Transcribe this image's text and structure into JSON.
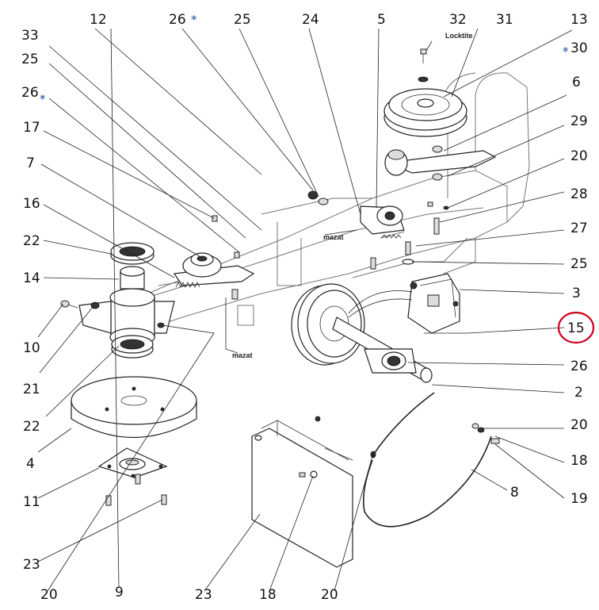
{
  "callouts": {
    "c12": "12",
    "c26_top": "26",
    "c25_top": "25",
    "c24": "24",
    "c5": "5",
    "c32": "32",
    "c31": "31",
    "c13": "13",
    "c33": "33",
    "c30": "30",
    "c25_left": "25",
    "c26_left": "26",
    "c6": "6",
    "c17": "17",
    "c29": "29",
    "c7": "7",
    "c20_r1": "20",
    "c16": "16",
    "c28": "28",
    "c22_top": "22",
    "c27": "27",
    "c14": "14",
    "c25_right": "25",
    "c3": "3",
    "c10": "10",
    "c15": "15",
    "c26_right": "26",
    "c21": "21",
    "c2": "2",
    "c22_low": "22",
    "c20_r2": "20",
    "c4": "4",
    "c18_right": "18",
    "c8": "8",
    "c11": "11",
    "c19": "19",
    "c23_left": "23",
    "c20_bot_left": "20",
    "c9": "9",
    "c23_bot": "23",
    "c18_bot": "18",
    "c20_bot": "20"
  },
  "stars": {
    "s26_top": "*",
    "s30": "*",
    "s26_left": "*"
  },
  "notes": {
    "locktite": "Locktite",
    "mazat_top": "mazat",
    "mazat_bottom": "mazat"
  },
  "highlight": {
    "callout": "15",
    "color": "#d0021b"
  }
}
